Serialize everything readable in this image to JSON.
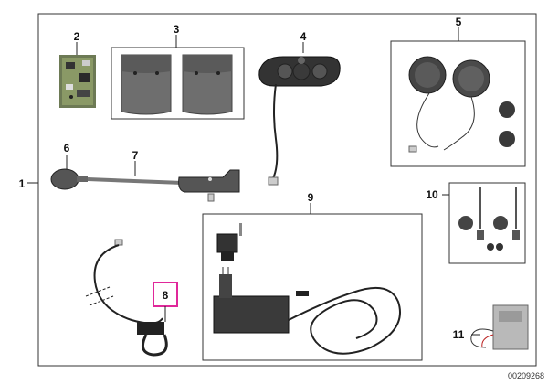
{
  "callouts": [
    "1",
    "2",
    "3",
    "4",
    "5",
    "6",
    "7",
    "8",
    "9",
    "10",
    "11"
  ],
  "highlighted_callout": "8",
  "drawing_code": "00209268",
  "colors": {
    "highlight": "#e0289a",
    "frame": "#333333"
  }
}
